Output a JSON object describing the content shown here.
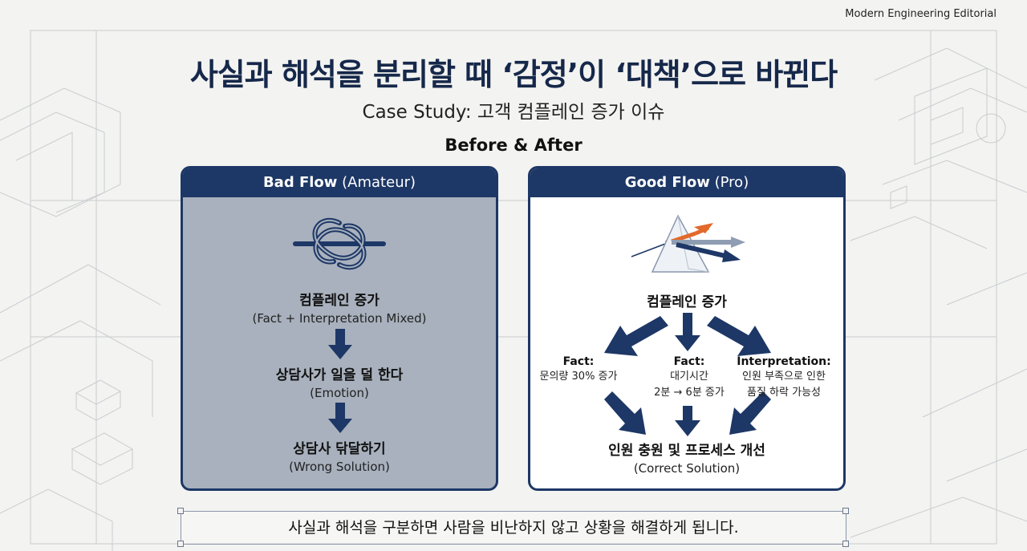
{
  "header": {
    "brand": "Modern Engineering Editorial",
    "title": "사실과 해석을 분리할 때 ‘감정’이 ‘대책’으로 바뀐다",
    "subtitle": "Case Study: 고객 컴플레인 증가 이슈",
    "section": "Before & After"
  },
  "bad_flow": {
    "title_bold": "Bad Flow",
    "title_rest": " (Amateur)",
    "icon": "knot-icon",
    "steps": [
      {
        "label": "컴플레인 증가",
        "sub": "(Fact + Interpretation Mixed)"
      },
      {
        "label": "상담사가 일을 덜 한다",
        "sub": "(Emotion)"
      },
      {
        "label": "상담사 닦달하기",
        "sub": "(Wrong Solution)"
      }
    ]
  },
  "good_flow": {
    "title_bold": "Good Flow",
    "title_rest": " (Pro)",
    "icon": "prism-icon",
    "top": "컴플레인 증가",
    "branches": [
      {
        "head": "Fact:",
        "line1": "문의량 30% 증가",
        "line2": ""
      },
      {
        "head": "Fact:",
        "line1": "대기시간",
        "line2": "2분 → 6분 증가"
      },
      {
        "head": "Interpretation:",
        "line1": "인원 부족으로 인한",
        "line2": "품질 하락 가능성"
      }
    ],
    "result": {
      "label": "인원 충원 및 프로세스 개선",
      "sub": "(Correct Solution)"
    }
  },
  "footer": {
    "text": "사실과 해석을 구분하면 사람을 비난하지 않고 상황을 해결하게 됩니다."
  },
  "colors": {
    "navy": "#1d3766",
    "gray_panel": "#a8b1bd",
    "accent_orange": "#e3692b"
  }
}
